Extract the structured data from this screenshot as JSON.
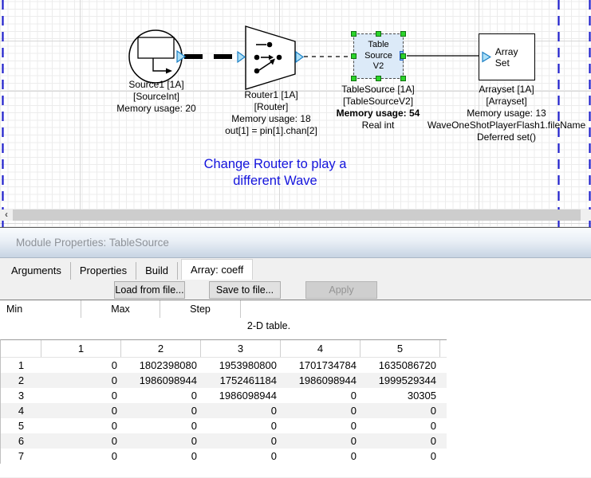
{
  "canvas": {
    "annotation": {
      "line1": "Change Router to play a",
      "line2": "different Wave"
    },
    "blocks": {
      "source": {
        "title_lines": [
          "Source1 [1A]",
          "[SourceInt]",
          "Memory usage: 20"
        ]
      },
      "router": {
        "title_lines": [
          "Router1 [1A]",
          "[Router]",
          "Memory usage: 18",
          "out[1] = pin[1].chan[2]"
        ]
      },
      "tablesource": {
        "body_lines": [
          "Table",
          "Source",
          "V2"
        ],
        "title_lines": [
          "TableSource [1A]",
          "[TableSourceV2]",
          "Memory usage: 54",
          "Real int"
        ]
      },
      "arrayset": {
        "body_text": "Array Set",
        "title_lines": [
          "Arrayset [1A]",
          "[Arrayset]",
          "Memory usage: 13",
          "WaveOneShotPlayerFlash1.fileName",
          "Deferred set()"
        ]
      }
    }
  },
  "scrollbar": {
    "left_arrow": "‹"
  },
  "panel": {
    "title": "Module Properties: TableSource",
    "tabs": [
      {
        "label": "Arguments"
      },
      {
        "label": "Properties"
      },
      {
        "label": "Build"
      },
      {
        "label": "Array: coeff"
      }
    ],
    "active_tab": "Array: coeff",
    "buttons": {
      "load": "Load from file...",
      "save": "Save to file...",
      "apply": "Apply"
    },
    "field_headers": {
      "min": "Min",
      "max": "Max",
      "step": "Step"
    },
    "caption": "2-D table.",
    "table": {
      "columns": [
        "1",
        "2",
        "3",
        "4",
        "5"
      ],
      "rows": [
        {
          "label": "1",
          "cells": [
            "0",
            "1802398080",
            "1953980800",
            "1701734784",
            "1635086720"
          ]
        },
        {
          "label": "2",
          "cells": [
            "0",
            "1986098944",
            "1752461184",
            "1986098944",
            "1999529344"
          ]
        },
        {
          "label": "3",
          "cells": [
            "0",
            "0",
            "1986098944",
            "0",
            "30305"
          ]
        },
        {
          "label": "4",
          "cells": [
            "0",
            "0",
            "0",
            "0",
            "0"
          ]
        },
        {
          "label": "5",
          "cells": [
            "0",
            "0",
            "0",
            "0",
            "0"
          ]
        },
        {
          "label": "6",
          "cells": [
            "0",
            "0",
            "0",
            "0",
            "0"
          ]
        },
        {
          "label": "7",
          "cells": [
            "0",
            "0",
            "0",
            "0",
            "0"
          ]
        }
      ]
    }
  },
  "colors": {
    "page_boundary": "#2020cc",
    "annotation_text": "#1414dd",
    "selection_handle": "#2bd42b",
    "selected_block_fill": "#dceaf8",
    "pin_fill": "#ade0f7"
  }
}
